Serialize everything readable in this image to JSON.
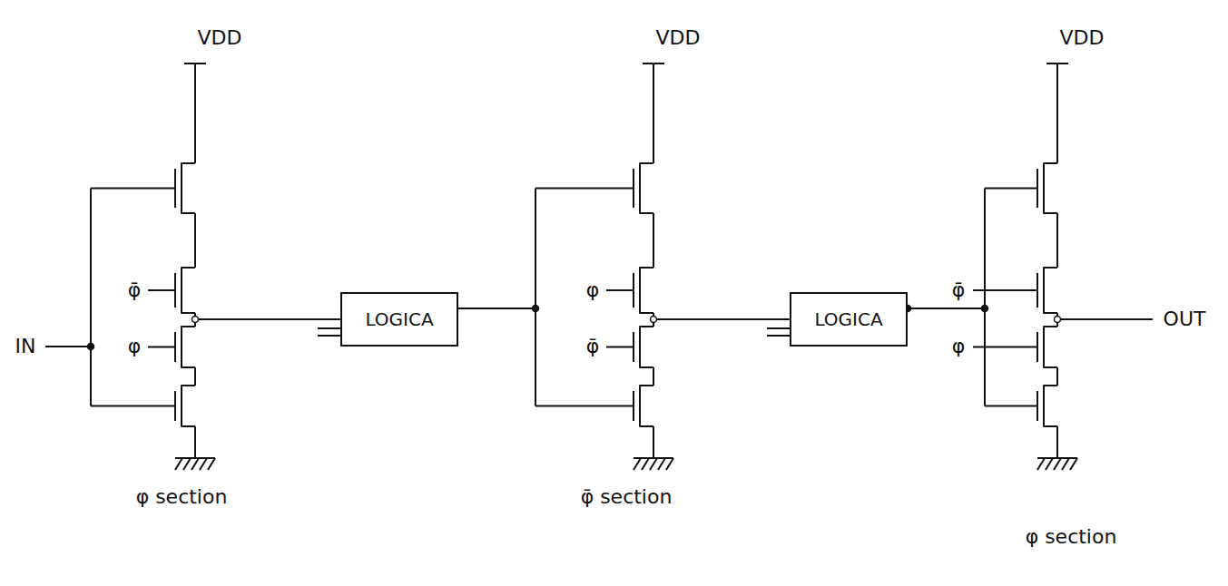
{
  "diagram": {
    "nodes": [
      {
        "text": [
          "LOGICA"
        ]
      },
      {
        "text": [
          "LOGICA"
        ]
      }
    ],
    "labels": [
      "VDD",
      "VDD",
      "VDD",
      "φ̄",
      "IN",
      "φ",
      "φ",
      "φ̄",
      "φ̄",
      "φ",
      "OUT",
      "φ section",
      "φ̄ section",
      "φ section"
    ]
  }
}
